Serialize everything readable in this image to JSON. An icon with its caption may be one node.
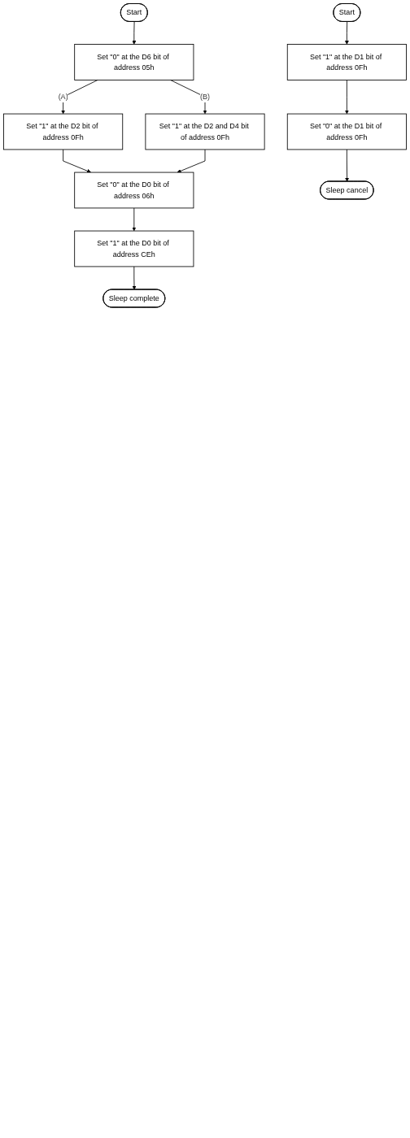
{
  "diagram": {
    "nodes": [
      {
        "text": [
          "Start"
        ]
      },
      {
        "text": [
          "Set \"0\" at the D6 bit of address 05h"
        ]
      },
      {
        "text": [
          "Set \"1\" at the D2 bit of address 0Fh"
        ]
      },
      {
        "text": [
          "Set \"1\" at the D2 and D4 bit of address 0Fh"
        ]
      },
      {
        "text": [
          "Set \"0\" at the D0 bit of address 06h"
        ]
      },
      {
        "text": [
          "Set \"1\" at the D0 bit of address CEh"
        ]
      },
      {
        "text": [
          "Sleep complete"
        ]
      },
      {
        "text": [
          "Start"
        ]
      },
      {
        "text": [
          "Set \"1\" at the D1 bit of address 0Fh"
        ]
      },
      {
        "text": [
          "Set \"0\" at the D1 bit of address 0Fh"
        ]
      },
      {
        "text": [
          "Sleep cancel"
        ]
      }
    ],
    "edges": [
      {
        "from": 0,
        "to": 1,
        "arrow": "to"
      },
      {
        "from": 1,
        "to": 2,
        "arrow": "to",
        "label": "(A)"
      },
      {
        "from": 1,
        "to": 3,
        "arrow": "to",
        "label": "(B)"
      },
      {
        "from": 2,
        "to": 4,
        "arrow": "to"
      },
      {
        "from": 3,
        "to": 4,
        "arrow": "to"
      },
      {
        "from": 4,
        "to": 5,
        "arrow": "to"
      },
      {
        "from": 5,
        "to": 6,
        "arrow": "to"
      },
      {
        "from": 7,
        "to": 8,
        "arrow": "to"
      },
      {
        "from": 8,
        "to": 9,
        "arrow": "to"
      },
      {
        "from": 9,
        "to": 10,
        "arrow": "to"
      }
    ]
  }
}
